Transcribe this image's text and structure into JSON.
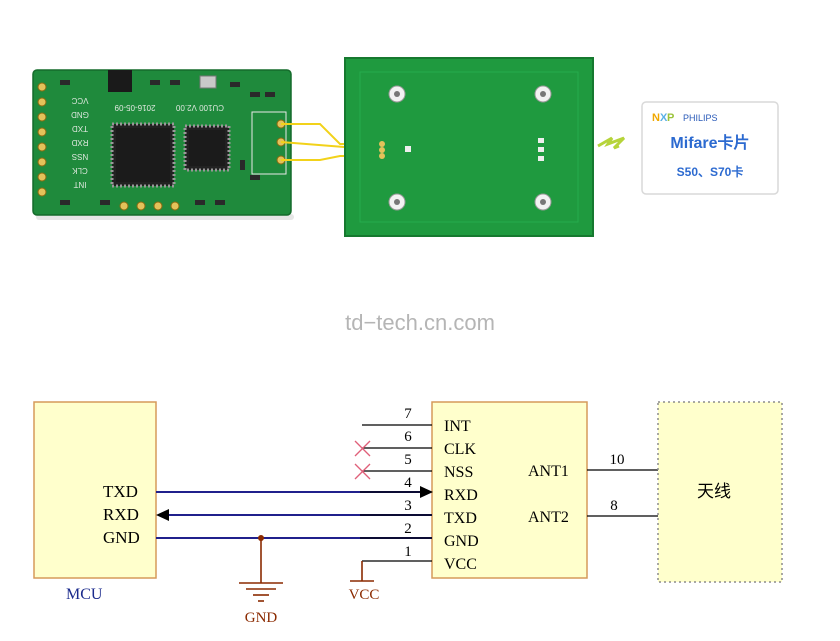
{
  "watermark": "td−tech.cn.com",
  "module": {
    "silkscreen_pins": [
      "VCC",
      "GND",
      "TXD",
      "RXD",
      "NSS",
      "CLK",
      "INT"
    ],
    "silkscreen_ver": "CU100 V2.00",
    "silkscreen_date": "2016-05-09"
  },
  "card": {
    "brand": "PHILIPS",
    "title": "Mifare卡片",
    "subtitle": "S50、S70卡"
  },
  "schematic": {
    "mcu": {
      "label": "MCU",
      "pins": [
        "TXD",
        "RXD",
        "GND"
      ]
    },
    "chip_pins": [
      {
        "num": "7",
        "name": "INT"
      },
      {
        "num": "6",
        "name": "CLK"
      },
      {
        "num": "5",
        "name": "NSS"
      },
      {
        "num": "4",
        "name": "RXD"
      },
      {
        "num": "3",
        "name": "TXD"
      },
      {
        "num": "2",
        "name": "GND"
      },
      {
        "num": "1",
        "name": "VCC"
      }
    ],
    "ant_pins": [
      {
        "name": "ANT1",
        "num": "10"
      },
      {
        "name": "ANT2",
        "num": "8"
      }
    ],
    "antenna": "天线",
    "gnd_label": "GND",
    "vcc_label": "VCC",
    "colors": {
      "box_fill": "#ffffcc",
      "box_stroke": "#d59a5a",
      "antenna_stroke": "#8c8c8c",
      "signal": "#20208c",
      "wire": "#000000",
      "ground": "#8b2a00",
      "vcc": "#8b2a00",
      "x_mark": "#e0607a",
      "mcu_label": "#1a2a8c"
    }
  }
}
